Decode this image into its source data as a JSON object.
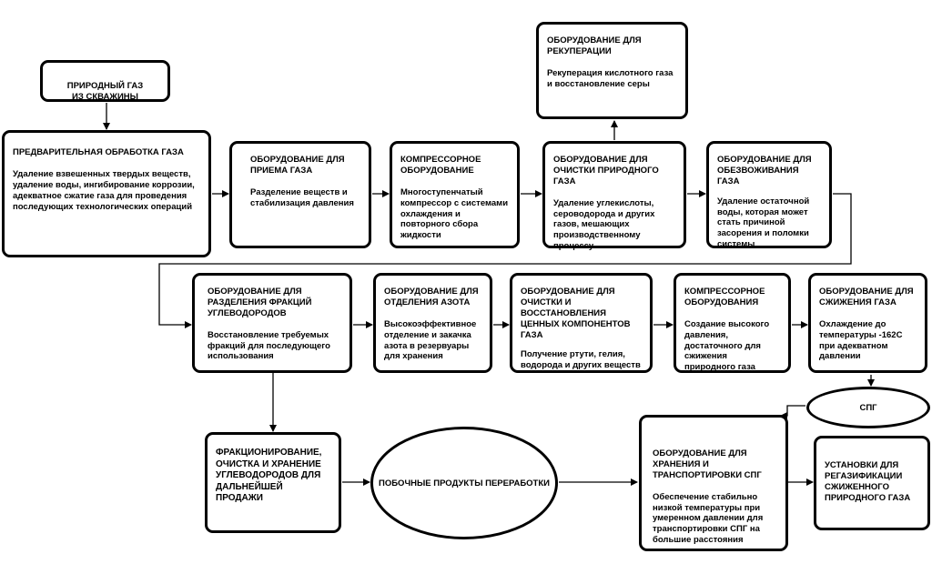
{
  "source": {
    "title": "ПРИРОДНЫЙ ГАЗ\nИЗ СКВАЖИНЫ"
  },
  "recuperation": {
    "title": "ОБОРУДОВАНИЕ ДЛЯ РЕКУПЕРАЦИИ",
    "desc": "Рекуперация кислотного газа и восстановление серы"
  },
  "pretreatment": {
    "title": "ПРЕДВАРИТЕЛЬНАЯ ОБРАБОТКА ГАЗА",
    "desc": "Удаление взвешенных твердых веществ, удаление воды, ингибирование коррозии, адекватное сжатие газа для проведения последующих технологических операций"
  },
  "reception": {
    "title": "ОБОРУДОВАНИЕ ДЛЯ ПРИЕМА ГАЗА",
    "desc": "Разделение веществ и стабилизация давления"
  },
  "compressor1": {
    "title": "КОМПРЕССОРНОЕ ОБОРУДОВАНИЕ",
    "desc": "Многоступенчатый компрессор с системами охлаждения и повторного сбора жидкости"
  },
  "purification": {
    "title": "ОБОРУДОВАНИЕ ДЛЯ ОЧИСТКИ ПРИРОДНОГО ГАЗА",
    "desc": "Удаление углекислоты, сероводорода и других газов, мешающих производственному процессу"
  },
  "dehydration": {
    "title": "ОБОРУДОВАНИЕ ДЛЯ ОБЕЗВОЖИВАНИЯ ГАЗА",
    "desc": "Удаление остаточной воды, которая может стать причиной засорения и поломки системы"
  },
  "fractions": {
    "title": "ОБОРУДОВАНИЕ ДЛЯ РАЗДЕЛЕНИЯ ФРАКЦИЙ УГЛЕВОДОРОДОВ",
    "desc": "Восстановление требуемых фракций для последующего использования"
  },
  "nitrogen": {
    "title": "ОБОРУДОВАНИЕ ДЛЯ ОТДЕЛЕНИЯ АЗОТА",
    "desc": "Высокоэффективное отделение и закачка азота в резервуары для хранения"
  },
  "valuable": {
    "title": "ОБОРУДОВАНИЕ ДЛЯ ОЧИСТКИ И ВОССТАНОВЛЕНИЯ ЦЕННЫХ КОМПОНЕНТОВ ГАЗА",
    "desc": "Получение ртути, гелия, водорода и других веществ"
  },
  "compressor2": {
    "title": "КОМПРЕССОРНОЕ ОБОРУДОВАНИЯ",
    "desc": "Создание высокого давления, достаточного для сжижения природного газа"
  },
  "liquefaction": {
    "title": "ОБОРУДОВАНИЕ ДЛЯ СЖИЖЕНИЯ ГАЗА",
    "desc": "Охлаждение до температуры -162С при адекватном давлении"
  },
  "lng": {
    "title": "СПГ"
  },
  "fractionation": {
    "title": "ФРАКЦИОНИРОВАНИЕ, ОЧИСТКА И ХРАНЕНИЕ УГЛЕВОДОРОДОВ ДЛЯ ДАЛЬНЕЙШЕЙ ПРОДАЖИ"
  },
  "byproducts": {
    "title": "ПОБОЧНЫЕ ПРОДУКТЫ ПЕРЕРАБОТКИ"
  },
  "storage": {
    "title": "ОБОРУДОВАНИЕ ДЛЯ ХРАНЕНИЯ И ТРАНСПОРТИРОВКИ СПГ",
    "desc": "Обеспечение стабильно низкой температуры при умеренном давлении для транспортировки СПГ на большие расстояния"
  },
  "regas": {
    "title": "УСТАНОВКИ ДЛЯ РЕГАЗИФИКАЦИИ СЖИЖЕННОГО ПРИРОДНОГО ГАЗА"
  }
}
